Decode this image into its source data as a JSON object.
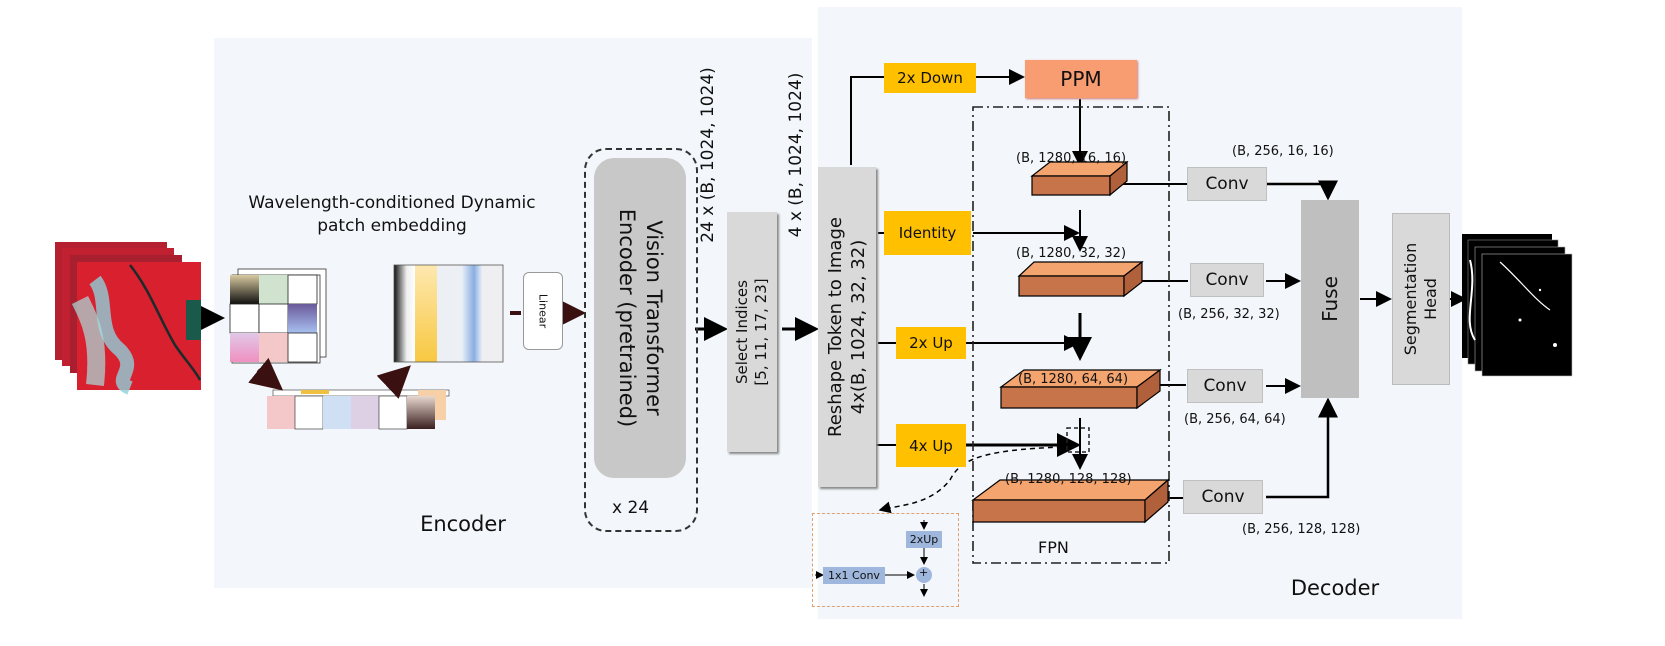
{
  "encoder": {
    "label": "Encoder",
    "embedding_title_line1": "Wavelength-conditioned Dynamic",
    "embedding_title_line2": "patch embedding",
    "linear_label": "Linear",
    "vit_line1": "Vision Transformer",
    "vit_line2": "Encoder (pretrained)",
    "vit_repeat": "x 24",
    "vit_output_shape": "24 x (B, 1024, 1024)",
    "select_line1": "Select Indices",
    "select_line2": "[5, 11, 17, 23]",
    "select_output_shape": "4 x (B, 1024, 1024)"
  },
  "decoder": {
    "label": "Decoder",
    "reshape_line1": "Reshape Token to Image",
    "reshape_line2": "4x(B, 1024, 32, 32)",
    "branches": [
      {
        "label": "2x Down"
      },
      {
        "label": "Identity"
      },
      {
        "label": "2x Up"
      },
      {
        "label": "4x Up"
      }
    ],
    "ppm_label": "PPM",
    "fpn_label": "FPN",
    "fpn_levels": [
      {
        "shape": "(B, 1280, 16, 16)",
        "conv": "Conv",
        "out_shape": "(B, 256, 16, 16)"
      },
      {
        "shape": "(B, 1280, 32, 32)",
        "conv": "Conv",
        "out_shape": "(B, 256, 32, 32)"
      },
      {
        "shape": "(B, 1280, 64, 64)",
        "conv": "Conv",
        "out_shape": "(B, 256, 64, 64)"
      },
      {
        "shape": "(B, 1280, 128, 128)",
        "conv": "Conv",
        "out_shape": "(B, 256, 128, 128)"
      }
    ],
    "fuse_label": "Fuse",
    "seg_line1": "Segmentation",
    "seg_line2": "Head",
    "inset": {
      "upsample_label": "2xUp",
      "conv_label": "1x1 Conv",
      "add_symbol": "+"
    }
  },
  "colors": {
    "panel_bg": "#f3f6fa",
    "branch_yellow": "#ffc000",
    "ppm_orange": "#f89d72",
    "fpn_orange": "#f4a46f",
    "box_gray": "#d9d9d9",
    "fuse_gray": "#bfbfbf",
    "inset_blue": "#9fb7dc"
  }
}
